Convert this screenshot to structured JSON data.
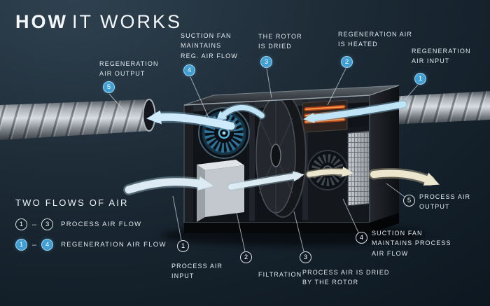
{
  "title": {
    "bold": "HOW",
    "rest": "IT WORKS"
  },
  "legend": {
    "heading": "TWO FLOWS OF AIR",
    "rows": [
      {
        "from": "1",
        "dash": "–",
        "to": "3",
        "label": "PROCESS AIR FLOW",
        "style": "outline"
      },
      {
        "from": "1",
        "dash": "–",
        "to": "4",
        "label": "REGENERATION AIR FLOW",
        "style": "filled"
      }
    ]
  },
  "callouts": {
    "regeneration": [
      {
        "num": "5",
        "label": "REGENERATION\nAIR OUTPUT"
      },
      {
        "num": "4",
        "label": "SUCTION FAN\nMAINTAINS\nREG. AIR FLOW"
      },
      {
        "num": "3",
        "label": "THE ROTOR\nIS DRIED"
      },
      {
        "num": "2",
        "label": "REGENERATION AIR\nIS HEATED"
      },
      {
        "num": "1",
        "label": "REGENERATION\nAIR INPUT"
      }
    ],
    "process": [
      {
        "num": "1",
        "label": "PROCESS AIR\nINPUT"
      },
      {
        "num": "2",
        "label": "FILTRATION"
      },
      {
        "num": "3",
        "label": "PROCESS AIR IS DRIED\nBY THE ROTOR"
      },
      {
        "num": "4",
        "label": "SUCTION FAN\nMAINTAINS PROCESS\nAIR FLOW"
      },
      {
        "num": "5",
        "label": "PROCESS AIR\nOUTPUT"
      }
    ]
  },
  "colors": {
    "background": "#16242f",
    "accent_blue": "#3f9ed2",
    "flow_blue": "#bfe4f6",
    "flow_pale": "#dcebf3",
    "flow_beige": "#ece6cf",
    "heater_orange": "#ff9c4b",
    "text": "#e2eaf0"
  }
}
